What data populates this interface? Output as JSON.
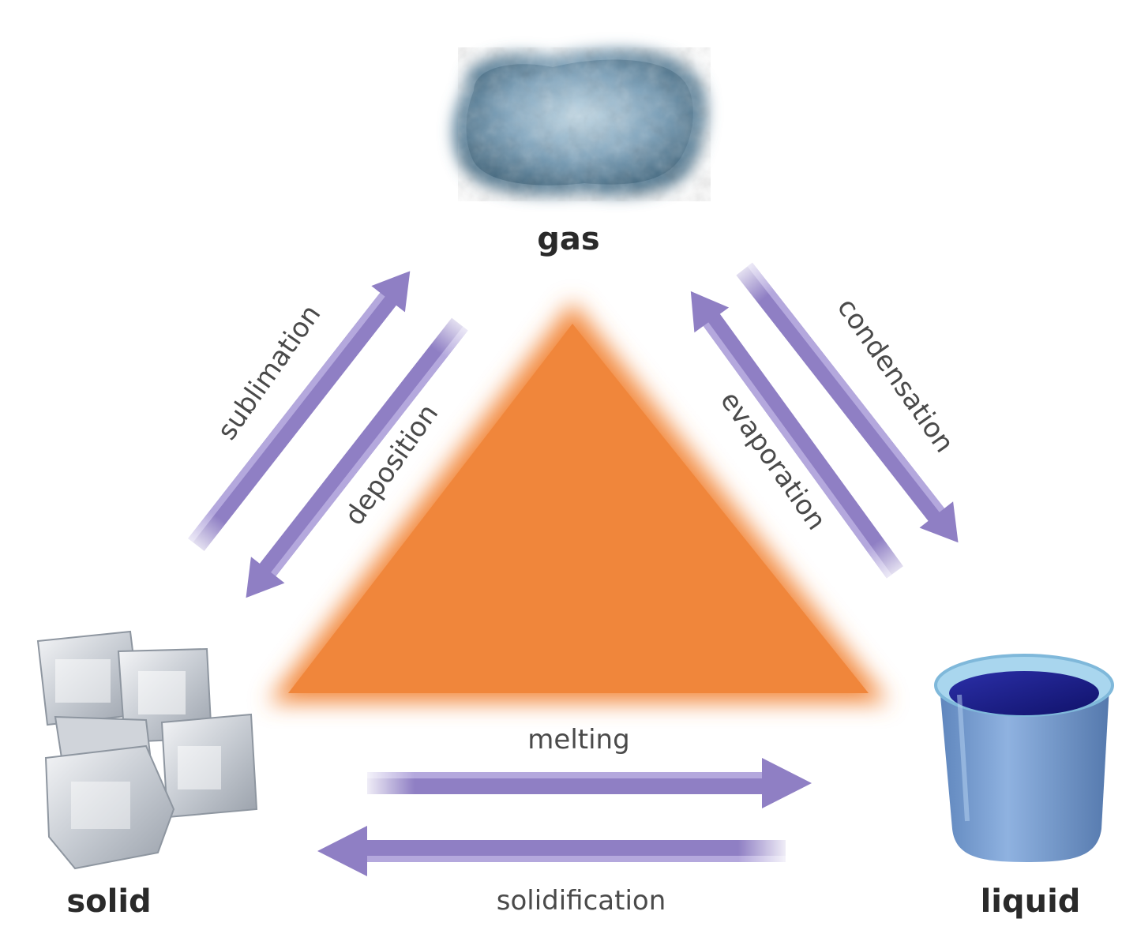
{
  "states": {
    "gas": "gas",
    "solid": "solid",
    "liquid": "liquid"
  },
  "processes": {
    "sublimation": "sublimation",
    "deposition": "deposition",
    "condensation": "condensation",
    "evaporation": "evaporation",
    "melting": "melting",
    "solidification": "solidification"
  },
  "colors": {
    "triangle": "#f28a3f",
    "arrow": "#8f7fc4",
    "arrow_light": "#b4a8dd",
    "cloud": "#6d93ad",
    "ice": "#d9dde3",
    "cup": "#7ea6d6",
    "water": "#1c1f8a"
  }
}
